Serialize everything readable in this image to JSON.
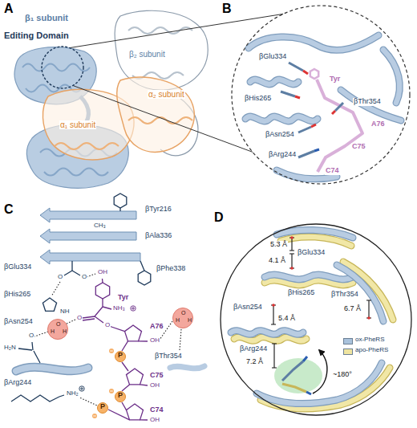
{
  "diagram": {
    "nodes": [
      {
        "text": [
          "Editing Domain"
        ]
      },
      {
        "text": [
          "βGlu334",
          "βHis265",
          "Tyr",
          "βThr354",
          "A76",
          "βAsn254",
          "C75",
          "βArg244",
          "C74"
        ]
      },
      {
        "text": [
          "H",
          "O",
          "H"
        ]
      },
      {
        "text": [
          "H",
          "O",
          "H"
        ]
      },
      {
        "text": [
          "P"
        ]
      },
      {
        "text": [
          "P"
        ]
      },
      {
        "text": [
          "P"
        ]
      },
      {
        "text": [
          "5.3 Å",
          "βGlu334",
          "4.1 Å",
          "βHis265",
          "βAsn254",
          "5.4 Å",
          "βThr354",
          "6.7 Å",
          "βArg244",
          "7.2 Å",
          "~180°"
        ]
      }
    ],
    "edges": [
      {
        "from": 0,
        "to": 1,
        "arrow": "none"
      },
      {
        "from": 0,
        "to": 1,
        "arrow": "none"
      }
    ],
    "labels": [
      "A",
      "B",
      "C",
      "D",
      "β₁ subunit",
      "β₂ subunit",
      "α₁ subunit",
      "α₂ subunit",
      "βTyr216",
      "CH₃",
      "βAla336",
      "βGlu334",
      "O",
      "O",
      "βPhe338",
      "βHis265",
      "NH",
      "OH",
      "Tyr",
      "NH₃",
      "O",
      "βAsn254",
      "O",
      "H₂N",
      "O",
      "A76",
      "OH",
      "βThr354",
      "C75",
      "OH",
      "C74",
      "OH",
      "βArg244",
      "NH₂"
    ],
    "legend": [
      {
        "text": "ox-PheRS",
        "color": "#a9c2dc"
      },
      {
        "text": "apo-PheRS",
        "color": "#efe4a0"
      }
    ]
  }
}
